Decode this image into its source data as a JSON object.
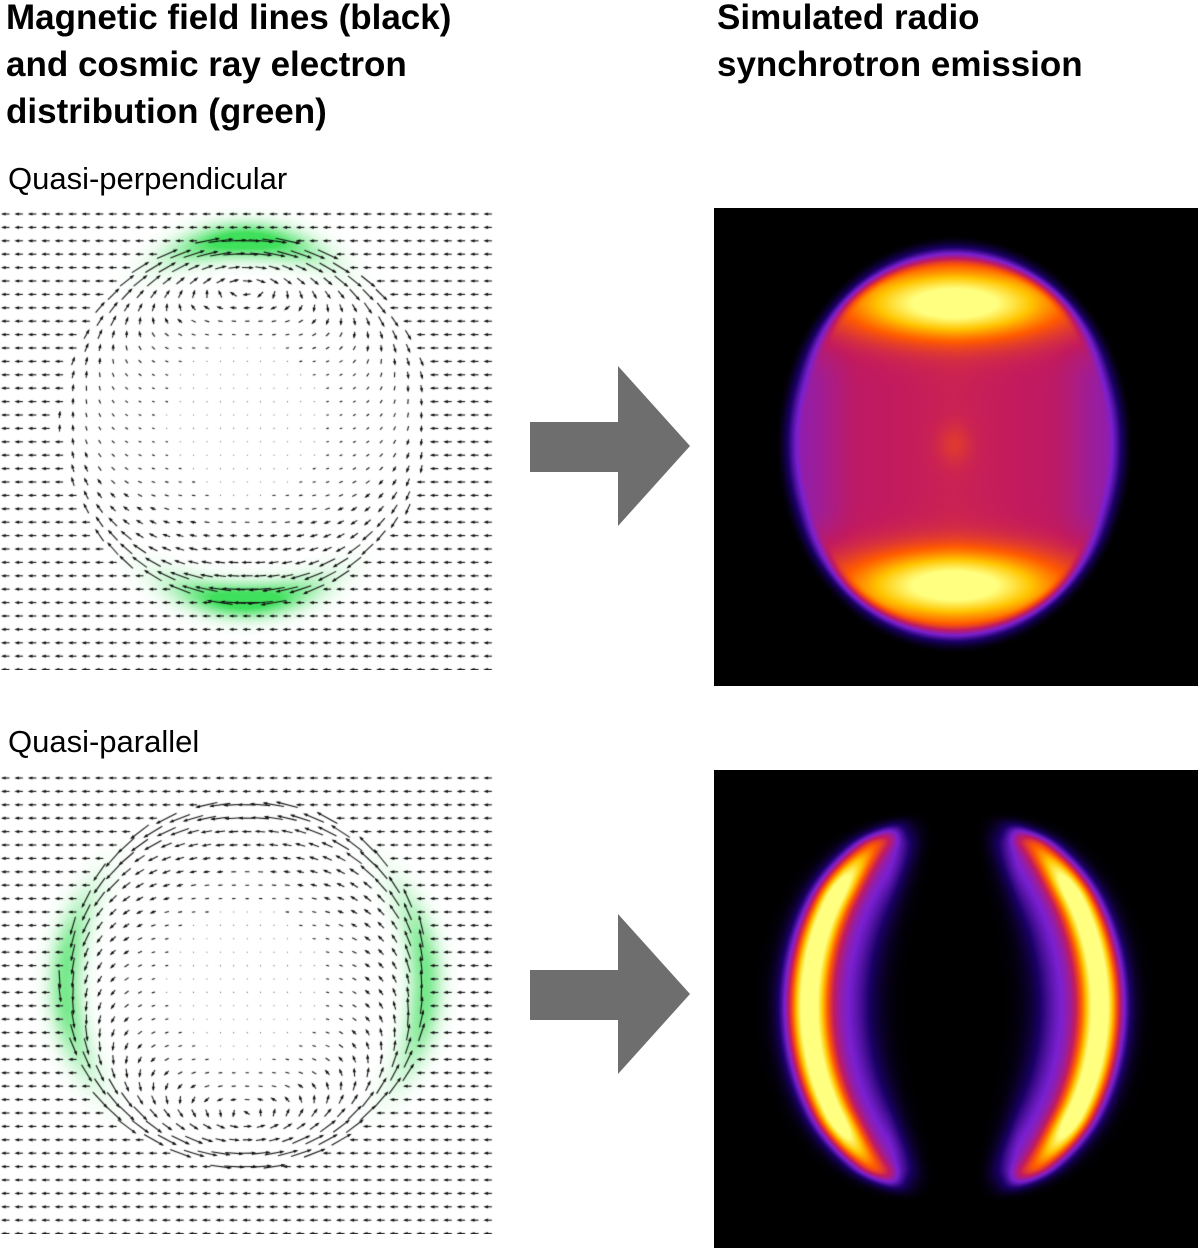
{
  "headings": {
    "left": [
      "Magnetic field lines (black)",
      "and cosmic ray electron",
      "distribution (green)"
    ],
    "right": [
      "Simulated radio",
      "synchrotron emission"
    ]
  },
  "rows": [
    {
      "label": "Quasi-perpendicular",
      "electron_region": "top-bottom",
      "emission_pattern": "top-bottom-bright-caps"
    },
    {
      "label": "Quasi-parallel",
      "electron_region": "left-right",
      "emission_pattern": "left-right-arcs"
    }
  ],
  "colors": {
    "field_arrows": "#111111",
    "electron_distribution": "#3fe05c",
    "transition_arrow": "#6e6e6e",
    "emission_background": "#000000",
    "emission_colormap": [
      "#000000",
      "#1a0066",
      "#7a1fd0",
      "#c21a5e",
      "#ff5a00",
      "#ffc400",
      "#ffff80"
    ]
  },
  "icons": {
    "transition": "right-arrow-icon"
  }
}
